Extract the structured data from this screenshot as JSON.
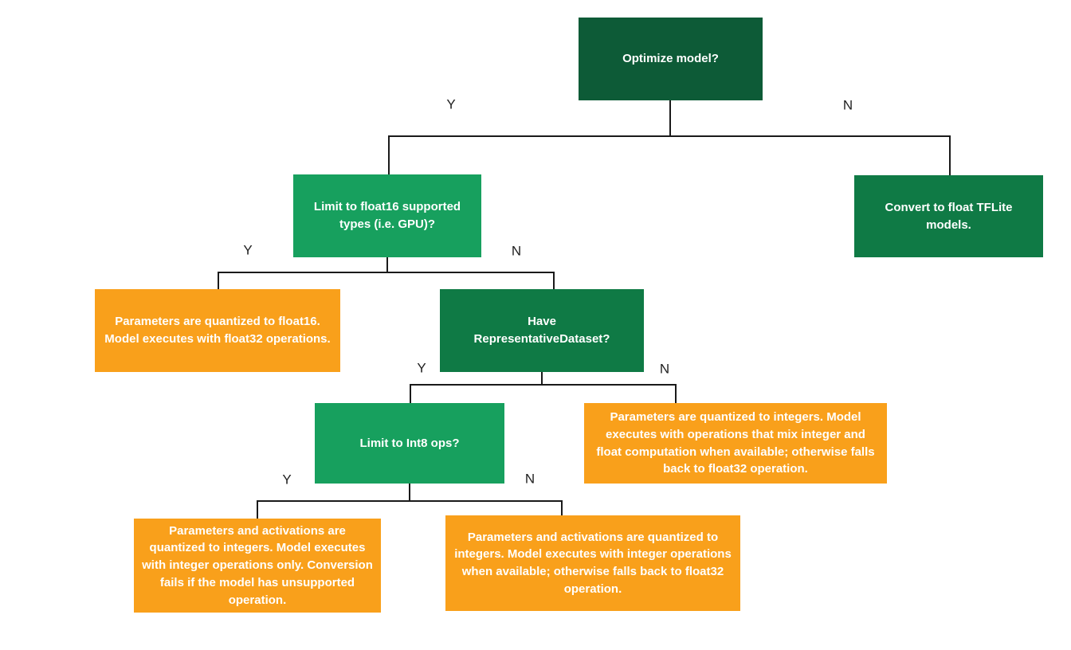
{
  "diagram": {
    "kind": "decision-flowchart",
    "topic": "TFLite model optimization / quantization decision tree"
  },
  "colors": {
    "background": "#ffffff",
    "dark_green": "#0d5b37",
    "mid_green": "#0f7a45",
    "bright_green": "#17a05e",
    "orange": "#f9a01b",
    "connector_line": "#1a1a1a",
    "branch_label_text": "#1f1f1f",
    "node_text": "#ffffff"
  },
  "nodes": [
    {
      "id": "optimize-model",
      "type": "decision",
      "text": "Optimize model?"
    },
    {
      "id": "limit-float16",
      "type": "decision",
      "text": "Limit to float16 supported types (i.e. GPU)?"
    },
    {
      "id": "convert-float-tflite",
      "type": "outcome",
      "text": "Convert to float TFLite models."
    },
    {
      "id": "float16-outcome",
      "type": "outcome",
      "text": "Parameters are quantized to float16. Model executes with float32 operations."
    },
    {
      "id": "have-representative-dataset",
      "type": "decision",
      "text": "Have RepresentativeDataset?"
    },
    {
      "id": "limit-int8-ops",
      "type": "decision",
      "text": "Limit to Int8 ops?"
    },
    {
      "id": "mixed-integer-outcome",
      "type": "outcome",
      "text": "Parameters are quantized to integers. Model executes with operations that mix integer and float computation when available; otherwise falls back to float32 operation."
    },
    {
      "id": "integer-only-outcome",
      "type": "outcome",
      "text": "Parameters and activations are quantized to integers. Model executes with integer operations only. Conversion fails if the model has unsupported operation."
    },
    {
      "id": "integer-fallback-outcome",
      "type": "outcome",
      "text": "Parameters and activations are quantized to integers. Model executes with integer operations when available; otherwise falls back to float32 operation."
    }
  ],
  "branch_labels": [
    {
      "branch": "optimize-model-yes",
      "text": "Y"
    },
    {
      "branch": "optimize-model-no",
      "text": "N"
    },
    {
      "branch": "limit-float16-yes",
      "text": "Y"
    },
    {
      "branch": "limit-float16-no",
      "text": "N"
    },
    {
      "branch": "have-representative-dataset-yes",
      "text": "Y"
    },
    {
      "branch": "have-representative-dataset-no",
      "text": "N"
    },
    {
      "branch": "limit-int8-ops-yes",
      "text": "Y"
    },
    {
      "branch": "limit-int8-ops-no",
      "text": "N"
    }
  ]
}
